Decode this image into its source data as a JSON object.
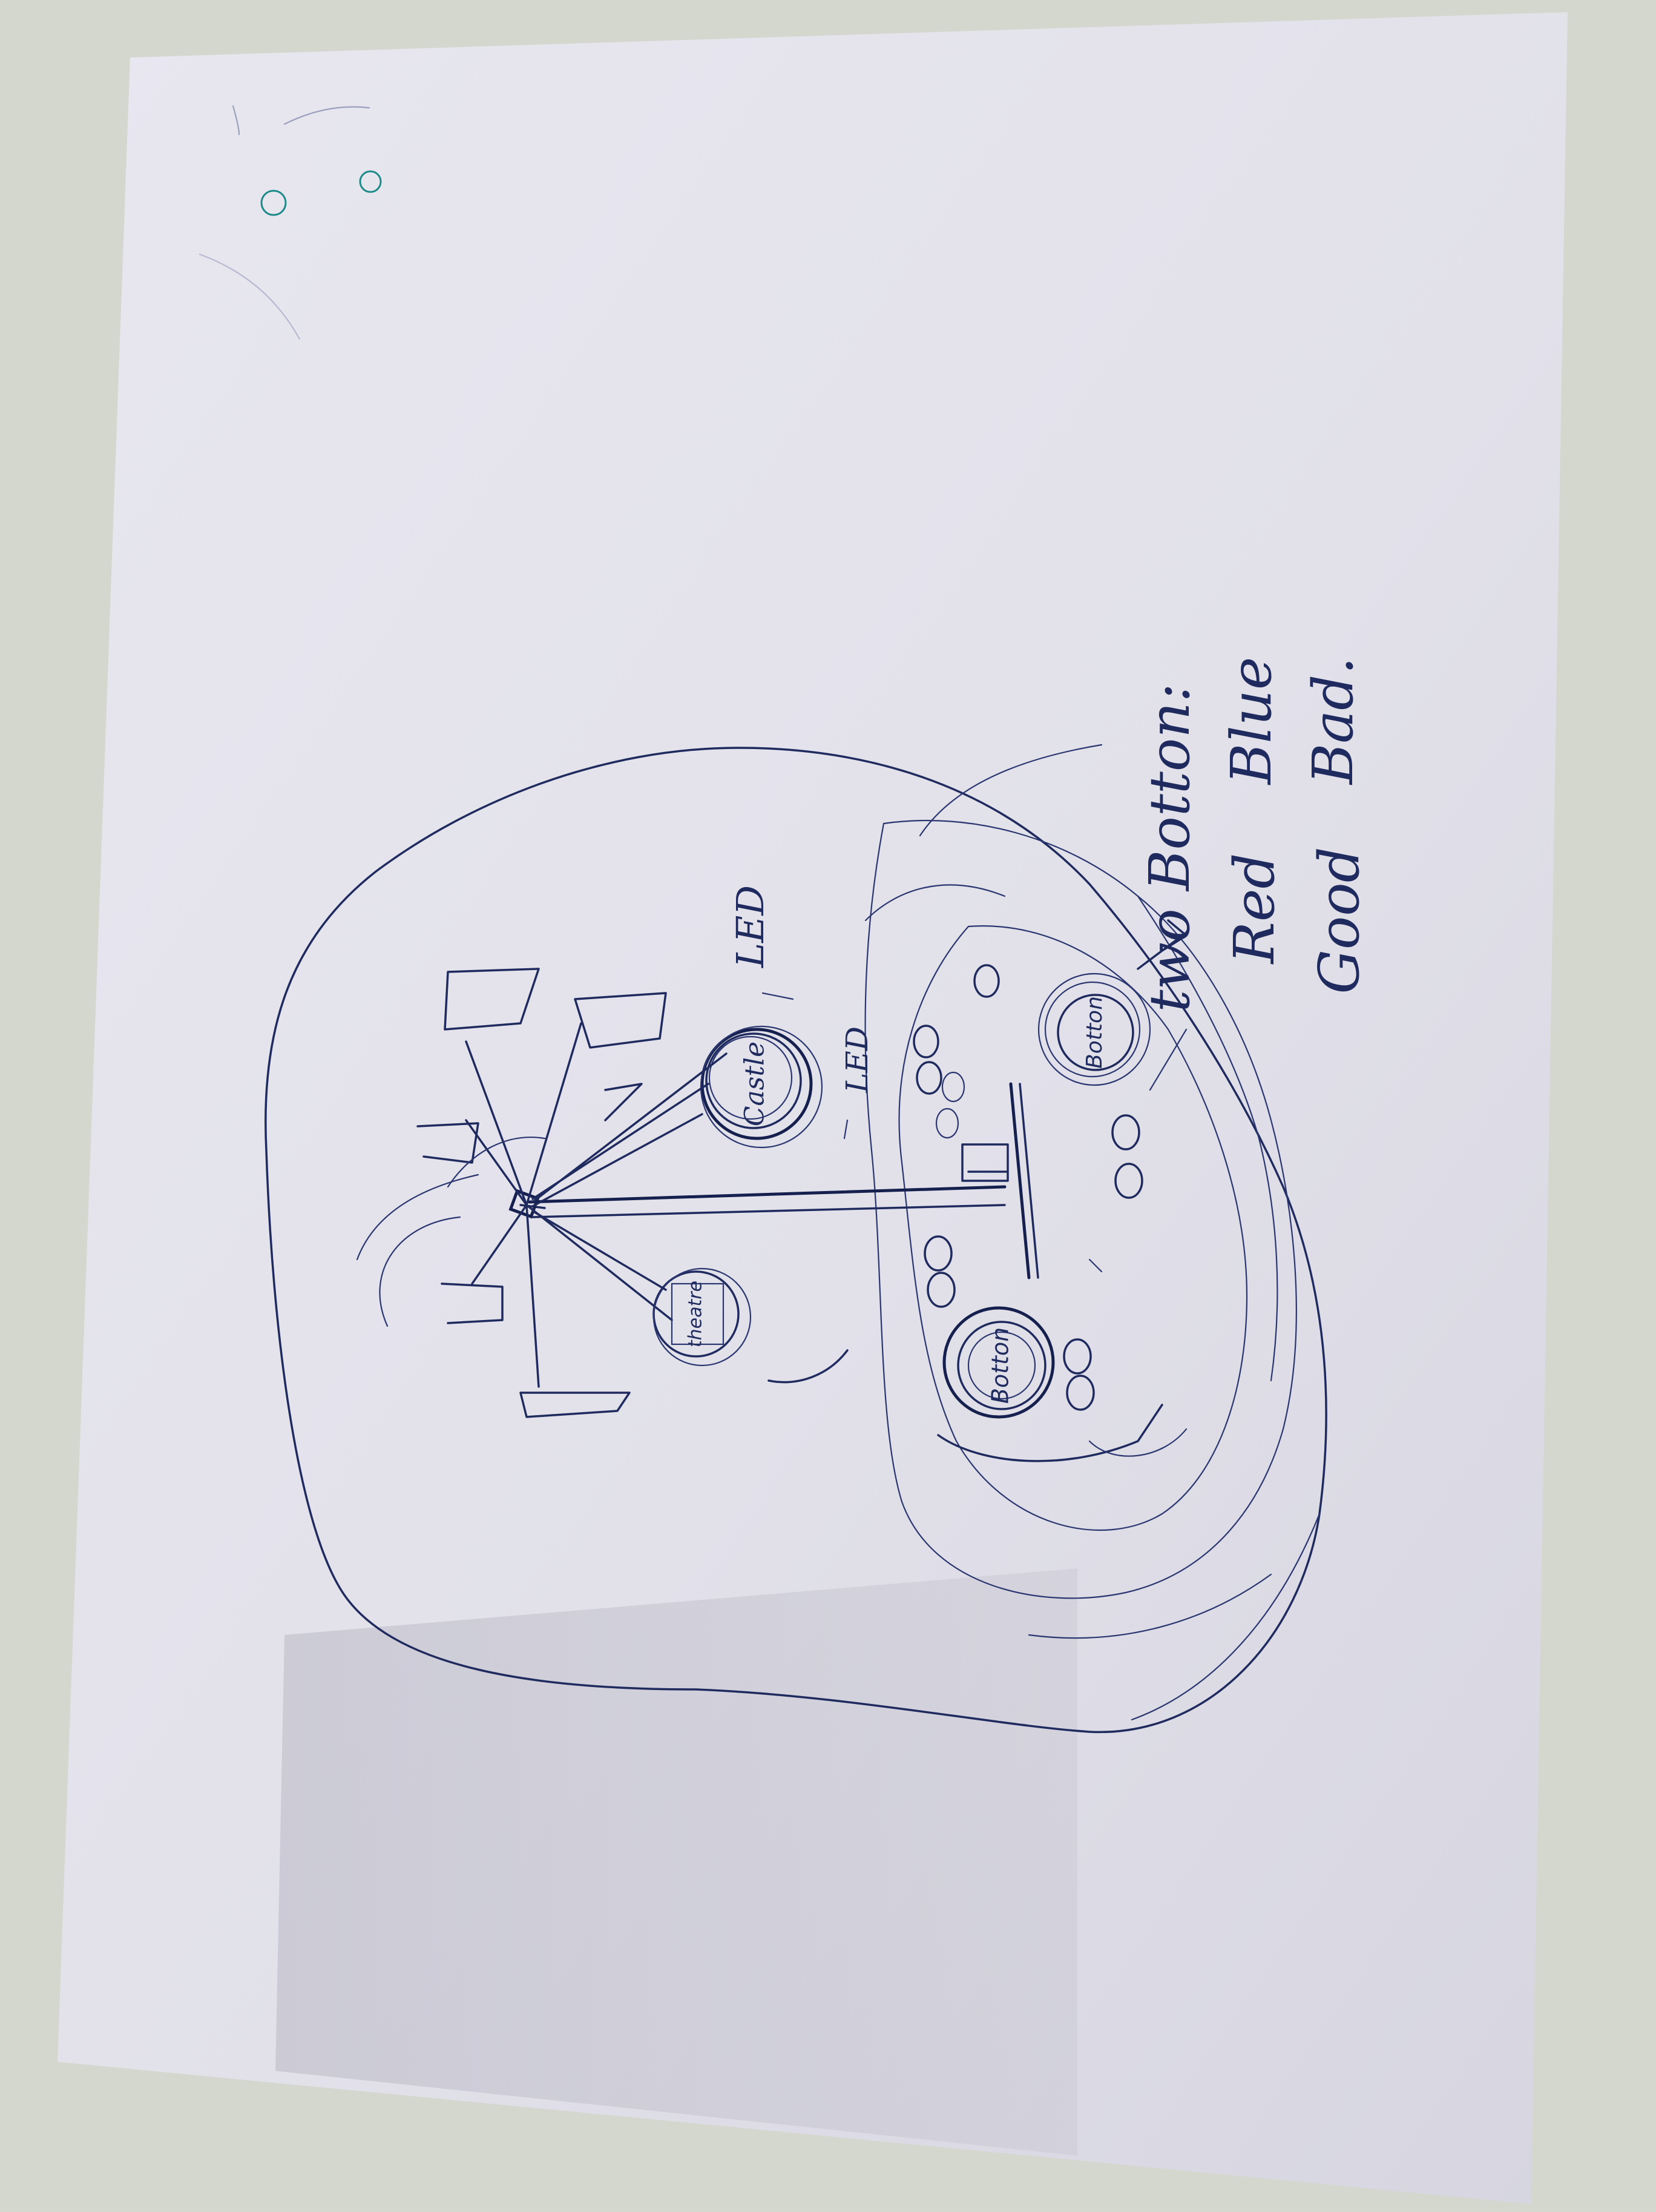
{
  "colors": {
    "desk": "#d4d8cf",
    "paper": "#e4e3ec",
    "ink": "#1f2a5e",
    "teal_ink": "#1e8a8a",
    "shadow": "#bfbec8"
  },
  "sketch": {
    "labels": {
      "castle": "Castle",
      "theatre": "theatre",
      "led_1": "LED",
      "led_2": "LED",
      "button_1": "Botton",
      "button_2": "Botton",
      "two_button": "two Botton:",
      "red": "Red",
      "blue": "Blue",
      "good": "Good",
      "bad": "Bad."
    }
  }
}
